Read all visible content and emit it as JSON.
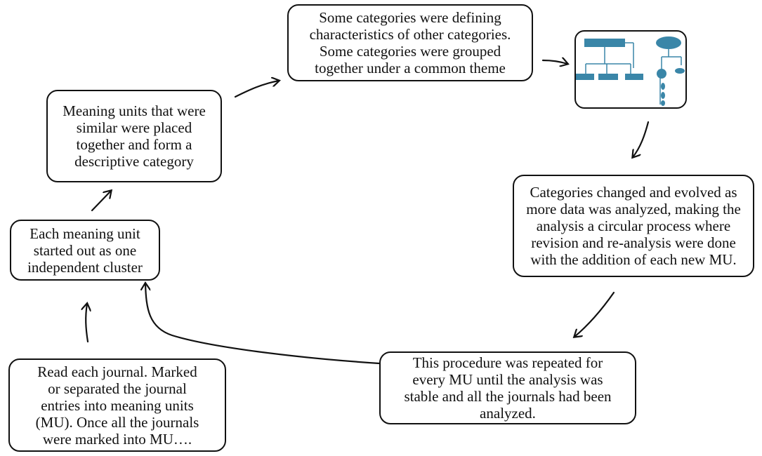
{
  "diagram": {
    "steps": {
      "read_journal": "Read each journal.   Marked\nor separated the journal\nentries into meaning units\n(MU). Once all the journals\nwere marked into MU….",
      "independent_cluster": "Each meaning unit\nstarted out as one\nindependent cluster",
      "descriptive_category": "Meaning units that were\nsimilar were placed\ntogether and form a\ndescriptive category",
      "common_theme": "Some categories were defining\ncharacteristics of other categories.\nSome categories were grouped\ntogether under a common theme",
      "circular_process": "Categories changed and evolved as\nmore data was analyzed, making the\nanalysis a circular process where\nrevision and re-analysis were done\nwith the addition of each new MU.",
      "repeated_procedure": "This procedure was repeated for\nevery MU until the analysis was\nstable and all the journals had been\nanalyzed."
    },
    "colors": {
      "border": "#111111",
      "hierarchy_icon": "#3a86a8"
    },
    "icons": [
      "hierarchy-diagram-icon"
    ]
  }
}
